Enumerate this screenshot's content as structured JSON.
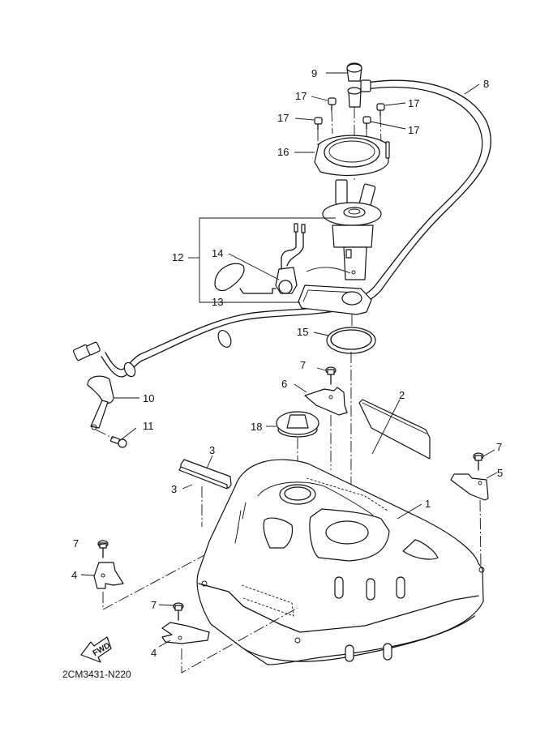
{
  "diagram": {
    "title": "Fuel tank assembly exploded view",
    "reference_code": "2CM3431-N220",
    "direction_label": "FWD",
    "colors": {
      "line": "#111111",
      "background": "#ffffff"
    },
    "callouts": [
      {
        "id": "c1",
        "label": "1",
        "part": "fuel-tank"
      },
      {
        "id": "c2",
        "label": "2",
        "part": "tank-damper-side"
      },
      {
        "id": "c3a",
        "label": "3",
        "part": "tank-damper-rear"
      },
      {
        "id": "c3b",
        "label": "3",
        "part": "tank-damper-rear"
      },
      {
        "id": "c4a",
        "label": "4",
        "part": "bracket-left-front"
      },
      {
        "id": "c4b",
        "label": "4",
        "part": "bracket-left-rear"
      },
      {
        "id": "c5",
        "label": "5",
        "part": "bracket-right"
      },
      {
        "id": "c6",
        "label": "6",
        "part": "bracket-center"
      },
      {
        "id": "c7a",
        "label": "7",
        "part": "bolt"
      },
      {
        "id": "c7b",
        "label": "7",
        "part": "bolt"
      },
      {
        "id": "c7c",
        "label": "7",
        "part": "bolt"
      },
      {
        "id": "c7d",
        "label": "7",
        "part": "bolt"
      },
      {
        "id": "c8",
        "label": "8",
        "part": "fuel-hose"
      },
      {
        "id": "c9",
        "label": "9",
        "part": "hose-cap"
      },
      {
        "id": "c10",
        "label": "10",
        "part": "hose-clamp"
      },
      {
        "id": "c11",
        "label": "11",
        "part": "clamp-bolt"
      },
      {
        "id": "c12",
        "label": "12",
        "part": "fuel-pump-assembly"
      },
      {
        "id": "c13",
        "label": "13",
        "part": "fuel-strainer"
      },
      {
        "id": "c14",
        "label": "14",
        "part": "fuel-sender-unit"
      },
      {
        "id": "c15",
        "label": "15",
        "part": "pump-gasket"
      },
      {
        "id": "c16",
        "label": "16",
        "part": "pump-retainer-plate"
      },
      {
        "id": "c17a",
        "label": "17",
        "part": "screw"
      },
      {
        "id": "c17b",
        "label": "17",
        "part": "screw"
      },
      {
        "id": "c17c",
        "label": "17",
        "part": "screw"
      },
      {
        "id": "c17d",
        "label": "17",
        "part": "screw"
      },
      {
        "id": "c18",
        "label": "18",
        "part": "fuel-cap"
      }
    ]
  }
}
